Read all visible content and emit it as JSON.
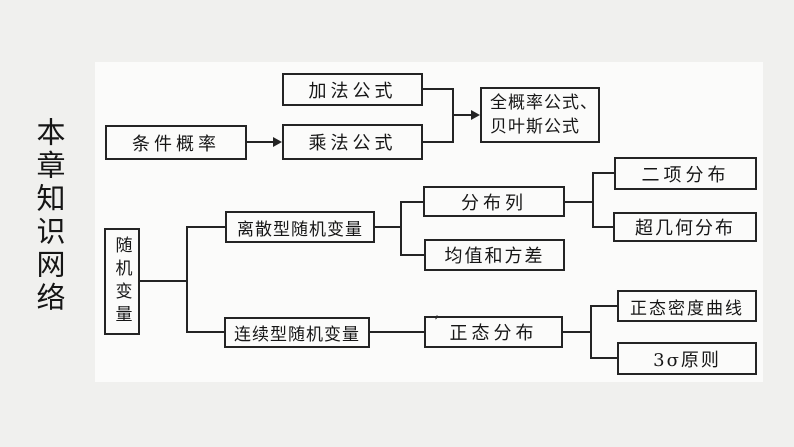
{
  "page": {
    "background": "#f0f0ee",
    "panel_color": "#fbfbfa",
    "line_color": "#242424",
    "text_color": "#161616"
  },
  "title": {
    "text": "本章知识网络"
  },
  "diagram": {
    "nodes": {
      "conditional_probability": "条件概率",
      "addition_formula": "加法公式",
      "multiplication_formula": "乘法公式",
      "total_probability_line1": "全概率公式、",
      "total_probability_line2": "贝叶斯公式",
      "random_variable": "随机变量",
      "discrete_random_variable": "离散型随机变量",
      "continuous_random_variable": "连续型随机变量",
      "distribution_list": "分布列",
      "mean_and_variance": "均值和方差",
      "binomial_distribution": "二项分布",
      "hypergeometric_distribution": "超几何分布",
      "normal_distribution": "正态分布",
      "normal_density_curve": "正态密度曲线",
      "three_sigma_rule": "3σ原则"
    },
    "stray_mark": "’"
  }
}
